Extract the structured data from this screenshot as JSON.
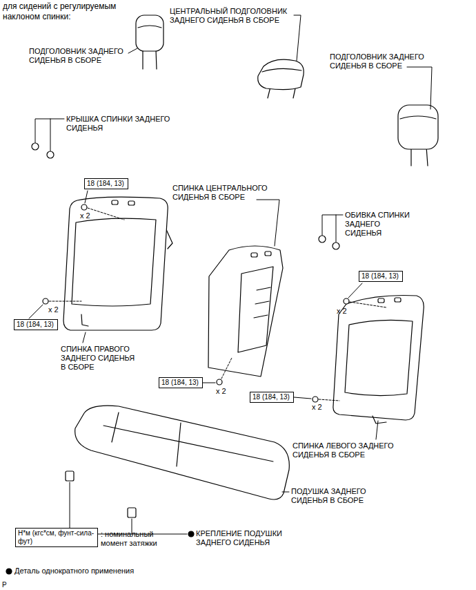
{
  "diagram": {
    "title": "для сидений с регулируемым наклоном спинки:",
    "nodes": [
      {
        "text": [
          "18 (184, 13)"
        ]
      },
      {
        "text": [
          "18 (184, 13)"
        ]
      },
      {
        "text": [
          "18 (184, 13)"
        ]
      },
      {
        "text": [
          "18 (184, 13)"
        ]
      },
      {
        "text": [
          "18 (184, 13)"
        ]
      },
      {
        "text": [
          "Н*м (кгс*см, фунт-сила-фут)"
        ]
      }
    ],
    "labels": [
      "ЦЕНТРАЛЬНЫЙ ПОДГОЛОВНИК ЗАДНЕГО СИДЕНЬЯ В СБОРЕ",
      "ПОДГОЛОВНИК ЗАДНЕГО СИДЕНЬЯ В СБОРЕ",
      "ПОДГОЛОВНИК ЗАДНЕГО СИДЕНЬЯ В СБОРЕ",
      "КРЫШКА СПИНКИ ЗАДНЕГО СИДЕНЬЯ",
      "СПИНКА ЦЕНТРАЛЬНОГО СИДЕНЬЯ В СБОРЕ",
      "ОБИВКА СПИНКИ ЗАДНЕГО СИДЕНЬЯ",
      "x 2",
      "x 2",
      "x 2",
      "СПИНКА ПРАВОГО ЗАДНЕГО СИДЕНЬЯ В СБОРЕ",
      "x 2",
      "x 2",
      "СПИНКА ЛЕВОГО ЗАДНЕГО СИДЕНЬЯ В СБОРЕ",
      "ПОДУШКА ЗАДНЕГО СИДЕНЬЯ В СБОРЕ",
      "КРЕПЛЕНИЕ ПОДУШКИ ЗАДНЕГО СИДЕНЬЯ",
      "P"
    ],
    "legend": [
      {
        "text": ": номинальный момент затяжки"
      },
      {
        "text": "Деталь однократного применения"
      }
    ]
  }
}
